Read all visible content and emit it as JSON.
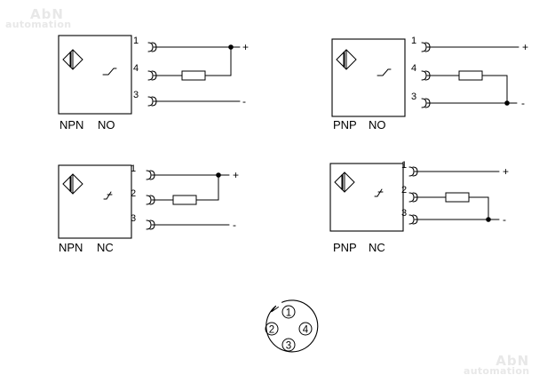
{
  "watermarks": {
    "top": {
      "brand": "AbN",
      "sub": "automation"
    },
    "bottom": {
      "brand": "AbN",
      "sub": "automation"
    }
  },
  "diagrams": [
    {
      "id": "npn-no",
      "type_label": "NPN",
      "contact_label": "NO",
      "pins": [
        "1",
        "4",
        "3"
      ],
      "supply_plus": "+",
      "supply_minus": "-"
    },
    {
      "id": "pnp-no",
      "type_label": "PNP",
      "contact_label": "NO",
      "pins": [
        "1",
        "4",
        "3"
      ],
      "supply_plus": "+",
      "supply_minus": "-"
    },
    {
      "id": "npn-nc",
      "type_label": "NPN",
      "contact_label": "NC",
      "pins": [
        "1",
        "2",
        "3"
      ],
      "supply_plus": "+",
      "supply_minus": "-"
    },
    {
      "id": "pnp-nc",
      "type_label": "PNP",
      "contact_label": "NC",
      "pins": [
        "1",
        "2",
        "3"
      ],
      "supply_plus": "+",
      "supply_minus": "-"
    }
  ],
  "connector": {
    "pins": [
      "1",
      "2",
      "3",
      "4"
    ]
  }
}
